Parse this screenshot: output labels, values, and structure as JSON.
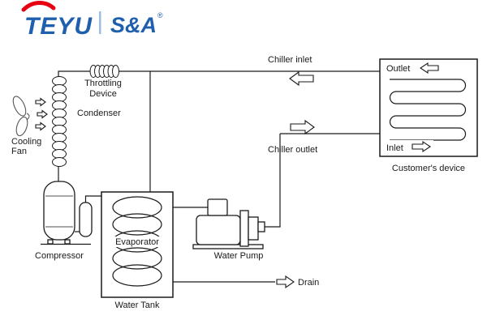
{
  "brand": {
    "logo_left": "TEYU",
    "logo_right": "S&A",
    "registered": "®",
    "blue": "#1e5fae",
    "red": "#e60012"
  },
  "labels": {
    "throttling_device": {
      "line1": "Throttling",
      "line2": "Device"
    },
    "condenser": "Condenser",
    "cooling_fan": {
      "line1": "Cooling",
      "line2": "Fan"
    },
    "compressor": "Compressor",
    "evaporator": "Evaporator",
    "water_tank": "Water Tank",
    "water_pump": "Water Pump",
    "chiller_inlet": "Chiller inlet",
    "chiller_outlet": "Chiller outlet",
    "drain": "Drain",
    "device_outlet": "Outlet",
    "device_inlet": "Inlet",
    "customers_device": "Customer's device"
  },
  "colors": {
    "line": "#1a1a1a"
  }
}
